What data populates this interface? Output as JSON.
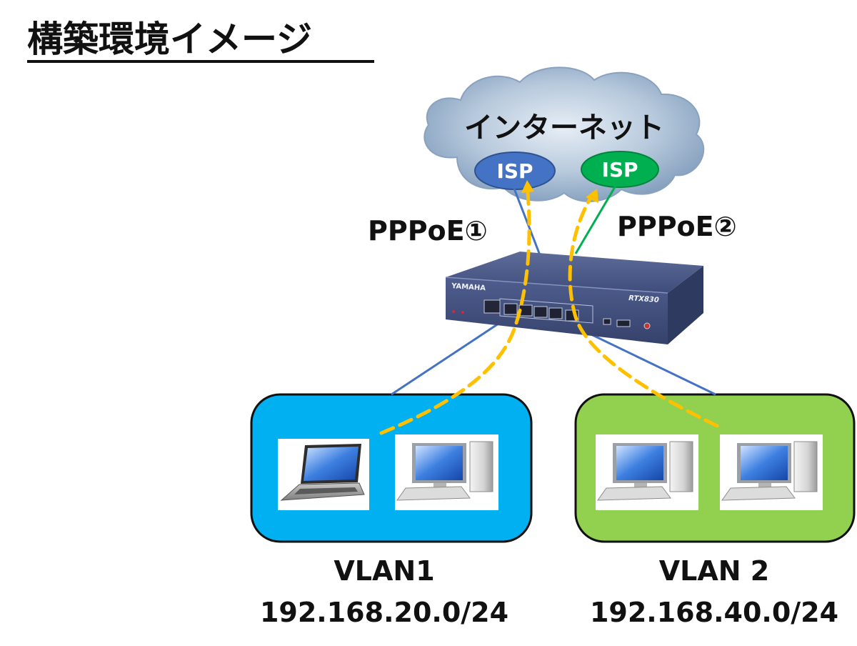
{
  "title": "構築環境イメージ",
  "cloud": {
    "label": "インターネット"
  },
  "isps": [
    {
      "label": "ISP",
      "color": "#4472c4"
    },
    {
      "label": "ISP",
      "color": "#00b050"
    }
  ],
  "pppoe": [
    {
      "label": "PPPoE①"
    },
    {
      "label": "PPPoE②"
    }
  ],
  "router": {
    "brand": "YAMAHA",
    "model": "RTX830",
    "body_color": "#3e4d7d"
  },
  "vlans": [
    {
      "name": "VLAN1",
      "subnet": "192.168.20.0/24",
      "color": "#00b0f0",
      "devices": [
        "laptop-icon",
        "desktop-pc-icon"
      ]
    },
    {
      "name": "VLAN 2",
      "subnet": "192.168.40.0/24",
      "color": "#92d050",
      "devices": [
        "desktop-pc-icon",
        "desktop-pc-icon"
      ]
    }
  ],
  "colors": {
    "line_blue": "#4472c4",
    "line_green": "#00b050",
    "traffic_dashed": "#ffc000"
  }
}
